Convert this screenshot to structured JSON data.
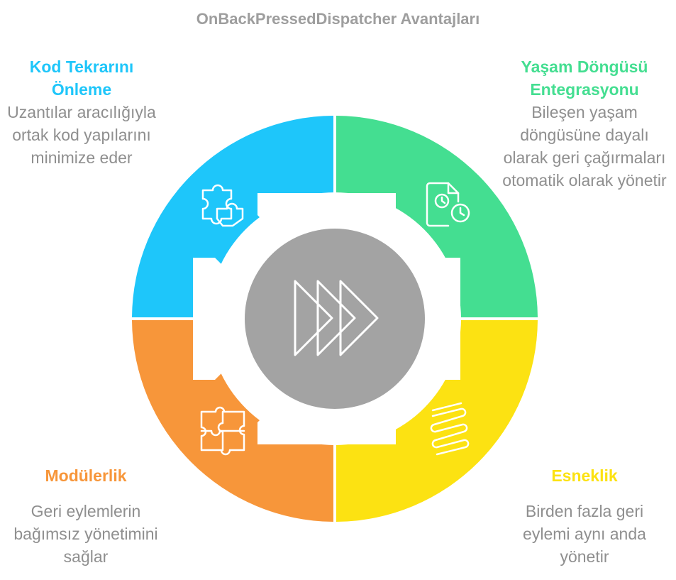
{
  "title": "OnBackPressedDispatcher Avantajları",
  "colors": {
    "blue": "#1ec6fa",
    "green": "#44de91",
    "yellow": "#fce212",
    "orange": "#f7963a",
    "center": "#a3a3a3",
    "text_gray": "#8f8f8f"
  },
  "segments": [
    {
      "heading": "Kod Tekrarını Önleme",
      "description": "Uzantılar aracılığıyla ortak kod yapılarını minimize eder",
      "icon": "puzzle-piece-icon",
      "color": "#1ec6fa"
    },
    {
      "heading": "Yaşam Döngüsü Entegrasyonu",
      "description": "Bileşen yaşam döngüsüne dayalı olarak geri çağırmaları otomatik olarak yönetir",
      "icon": "document-clock-icon",
      "color": "#44de91"
    },
    {
      "heading": "Modülerlik",
      "description": "Geri eylemlerin bağımsız yönetimini sağlar",
      "icon": "puzzle-grid-icon",
      "color": "#f7963a"
    },
    {
      "heading": "Esneklik",
      "description": "Birden fazla geri eylemi aynı anda yönetir",
      "icon": "spring-icon",
      "color": "#fce212"
    }
  ],
  "center_icon": "fast-forward-icon"
}
